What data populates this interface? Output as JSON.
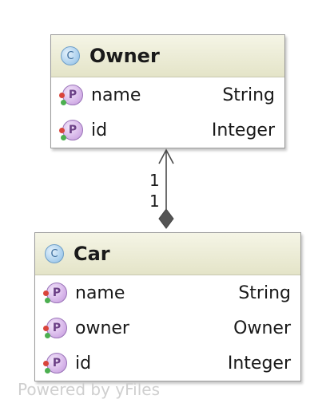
{
  "classes": {
    "owner": {
      "icon_letter": "C",
      "name": "Owner",
      "props": [
        {
          "name": "name",
          "type": "String",
          "icon_letter": "P"
        },
        {
          "name": "id",
          "type": "Integer",
          "icon_letter": "P"
        }
      ]
    },
    "car": {
      "icon_letter": "C",
      "name": "Car",
      "props": [
        {
          "name": "name",
          "type": "String",
          "icon_letter": "P"
        },
        {
          "name": "owner",
          "type": "Owner",
          "icon_letter": "P"
        },
        {
          "name": "id",
          "type": "Integer",
          "icon_letter": "P"
        }
      ]
    }
  },
  "association": {
    "multiplicity_top": "1",
    "multiplicity_bottom": "1",
    "source_end": "composition-diamond",
    "target_end": "open-arrow"
  },
  "watermark": "Powered by yFiles"
}
